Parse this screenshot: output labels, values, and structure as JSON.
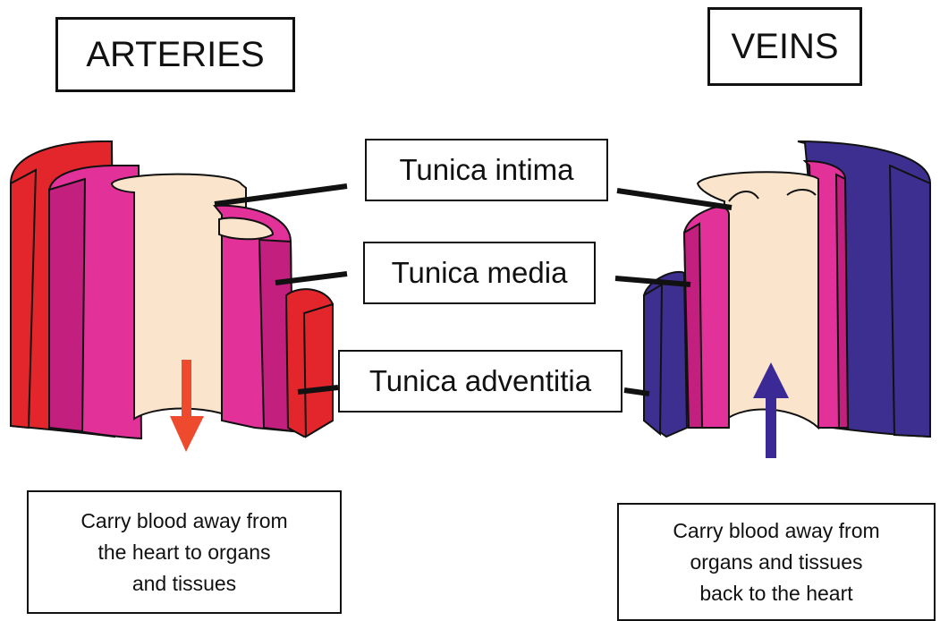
{
  "titles": {
    "arteries": "ARTERIES",
    "veins": "VEINS"
  },
  "layers": {
    "intima": "Tunica intima",
    "media": "Tunica media",
    "adventitia": "Tunica adventitia"
  },
  "descriptions": {
    "arteries": "Carry blood away from\nthe heart to organs\nand tissues",
    "veins": "Carry blood away from\norgans and tissues\nback to the heart"
  },
  "colors": {
    "adventitia_artery": "#e3262b",
    "adventitia_vein": "#3d2f8f",
    "media": "#e2329a",
    "media_dark": "#c21f7e",
    "intima": "#fae5cc",
    "artery_arrow": "#ee4a2e",
    "vein_arrow": "#3b2a96"
  }
}
